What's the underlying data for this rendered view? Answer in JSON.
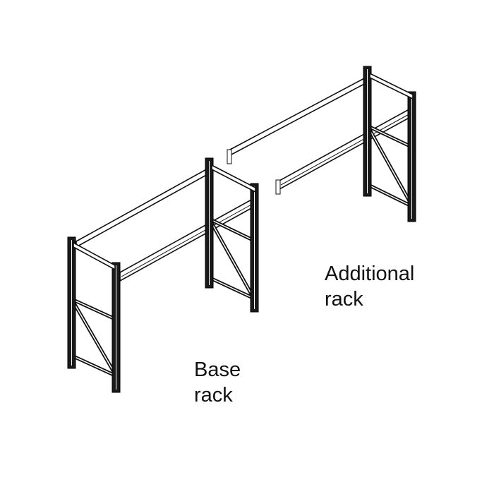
{
  "diagram": {
    "labels": {
      "additional": [
        "Additional",
        "rack"
      ],
      "base": [
        "Base",
        "rack"
      ]
    },
    "colors": {
      "line": "#111111",
      "background": "#ffffff"
    }
  }
}
